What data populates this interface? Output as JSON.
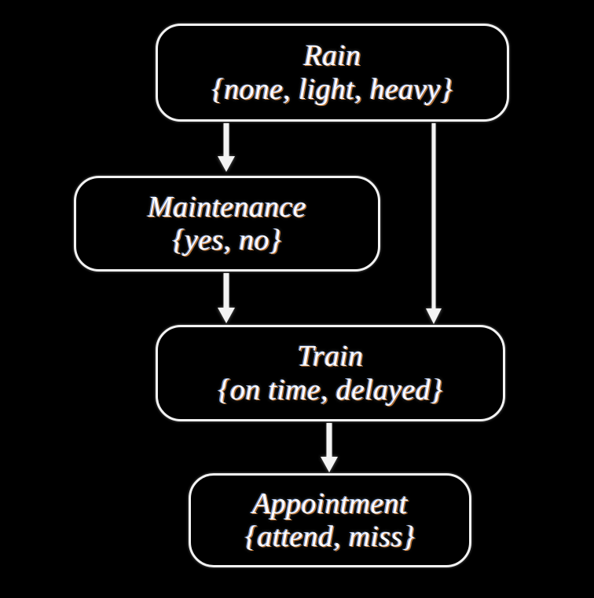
{
  "diagram": {
    "type": "bayesian-network",
    "background_color": "#000000",
    "node_border_color": "#f2f2f2",
    "text_color": "#fdfdfb",
    "arrow_color": "#f4f4f4",
    "nodes": [
      {
        "id": "rain",
        "title": "Rain",
        "states": "{none, light, heavy}",
        "state_list": [
          "none",
          "light",
          "heavy"
        ]
      },
      {
        "id": "maintenance",
        "title": "Maintenance",
        "states": "{yes, no}",
        "state_list": [
          "yes",
          "no"
        ]
      },
      {
        "id": "train",
        "title": "Train",
        "states": "{on time, delayed}",
        "state_list": [
          "on time",
          "delayed"
        ]
      },
      {
        "id": "appointment",
        "title": "Appointment",
        "states": "{attend, miss}",
        "state_list": [
          "attend",
          "miss"
        ]
      }
    ],
    "edges": [
      {
        "id": "rain-maintenance",
        "from": "Rain",
        "to": "Maintenance",
        "icon": "arrow-down-icon"
      },
      {
        "id": "rain-train",
        "from": "Rain",
        "to": "Train",
        "icon": "arrow-down-icon"
      },
      {
        "id": "maintenance-train",
        "from": "Maintenance",
        "to": "Train",
        "icon": "arrow-down-icon"
      },
      {
        "id": "train-appointment",
        "from": "Train",
        "to": "Appointment",
        "icon": "arrow-down-icon"
      }
    ]
  }
}
